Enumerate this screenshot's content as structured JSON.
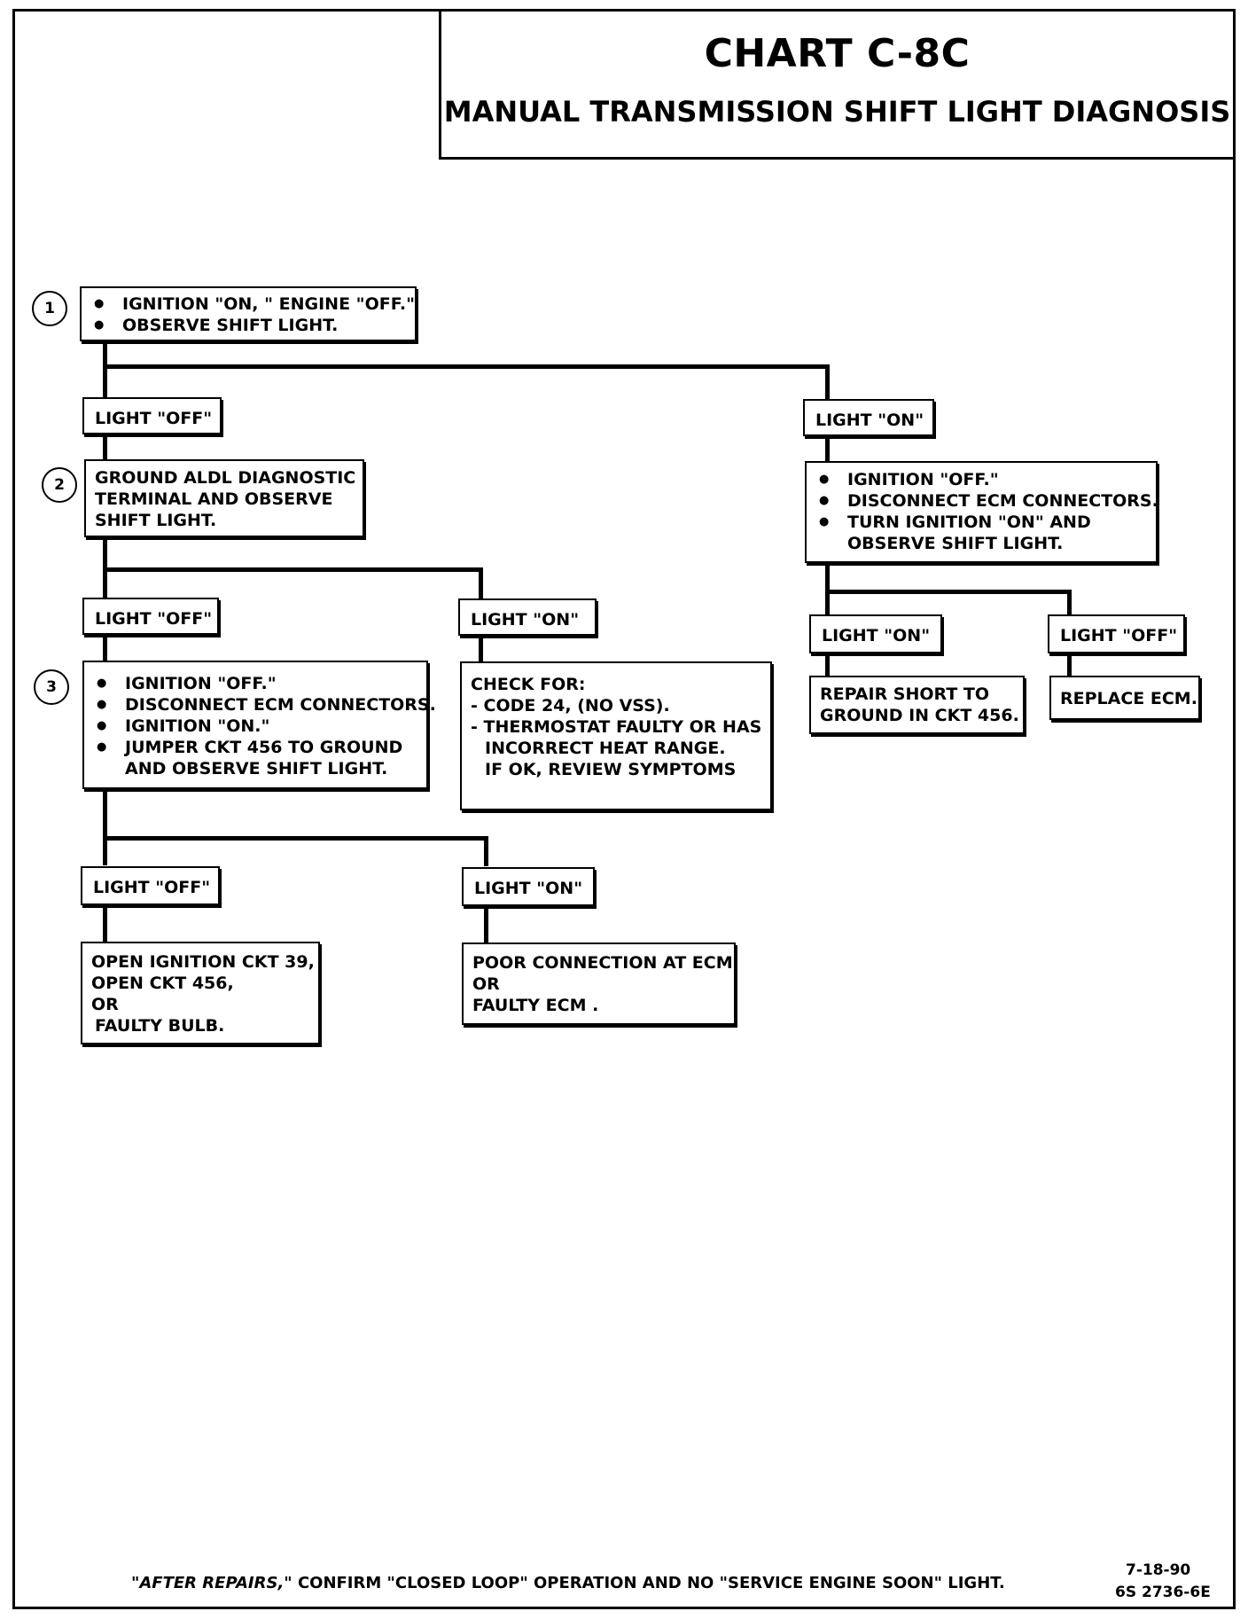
{
  "header": {
    "title": "CHART C-8C",
    "subtitle": "MANUAL TRANSMISSION SHIFT LIGHT DIAGNOSIS"
  },
  "steps": [
    "1",
    "2",
    "3"
  ],
  "step1": {
    "items": [
      "IGNITION \"ON, \" ENGINE \"OFF.\"",
      "OBSERVE SHIFT LIGHT."
    ]
  },
  "light_off_1": "LIGHT \"OFF\"",
  "light_on_1": "LIGHT \"ON\"",
  "step2": {
    "lines": [
      "GROUND ALDL DIAGNOSTIC",
      "TERMINAL AND OBSERVE",
      "SHIFT LIGHT."
    ]
  },
  "right_branch": {
    "items": [
      "IGNITION \"OFF.\"",
      "DISCONNECT ECM CONNECTORS.",
      "TURN IGNITION \"ON\" AND",
      "OBSERVE SHIFT LIGHT."
    ],
    "light_on": "LIGHT \"ON\"",
    "light_off": "LIGHT \"OFF\"",
    "repair_short": [
      "REPAIR SHORT TO",
      "GROUND IN CKT 456."
    ],
    "replace_ecm": "REPLACE ECM."
  },
  "light_off_2": "LIGHT \"OFF\"",
  "light_on_2": "LIGHT \"ON\"",
  "check_for": [
    "CHECK FOR:",
    "- CODE 24, (NO VSS).",
    "- THERMOSTAT FAULTY OR HAS",
    "   INCORRECT HEAT RANGE.",
    "   IF OK, REVIEW SYMPTOMS"
  ],
  "step3": {
    "items": [
      "IGNITION \"OFF.\"",
      "DISCONNECT ECM CONNECTORS.",
      "IGNITION \"ON.\"",
      "JUMPER CKT 456 TO GROUND",
      "AND OBSERVE SHIFT LIGHT."
    ]
  },
  "light_off_3": "LIGHT \"OFF\"",
  "light_on_3": "LIGHT \"ON\"",
  "open_ignition": [
    "OPEN IGNITION CKT 39,",
    "OPEN CKT 456,",
    "OR",
    " FAULTY BULB."
  ],
  "poor_connection": [
    "POOR CONNECTION AT ECM",
    "OR",
    "FAULTY ECM ."
  ],
  "footer": {
    "note_em": "\"AFTER REPAIRS,\"",
    "note_rest": " CONFIRM \"CLOSED LOOP\" OPERATION AND NO \"SERVICE ENGINE SOON\" LIGHT.",
    "date": "7-18-90",
    "code": "6S 2736-6E"
  }
}
